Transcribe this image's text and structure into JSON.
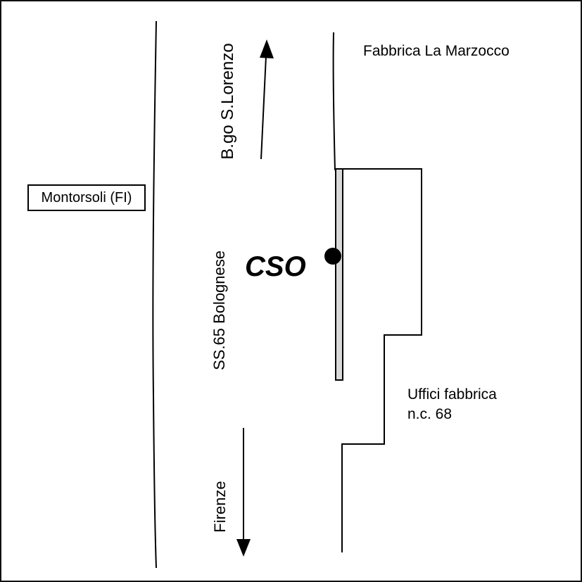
{
  "map": {
    "factory_label": "Fabbrica La Marzocco",
    "town_label": "Montorsoli (FI)",
    "road_label": "SS.65 Bolognese",
    "north_direction_label": "B.go S.Lorenzo",
    "south_direction_label": "Firenze",
    "marker_label": "CSO",
    "offices_label_line1": "Uffici fabbrica",
    "offices_label_line2": "n.c. 68",
    "colors": {
      "lines": "#000000",
      "building_strip": "#d9d9d9",
      "background": "#ffffff"
    }
  }
}
